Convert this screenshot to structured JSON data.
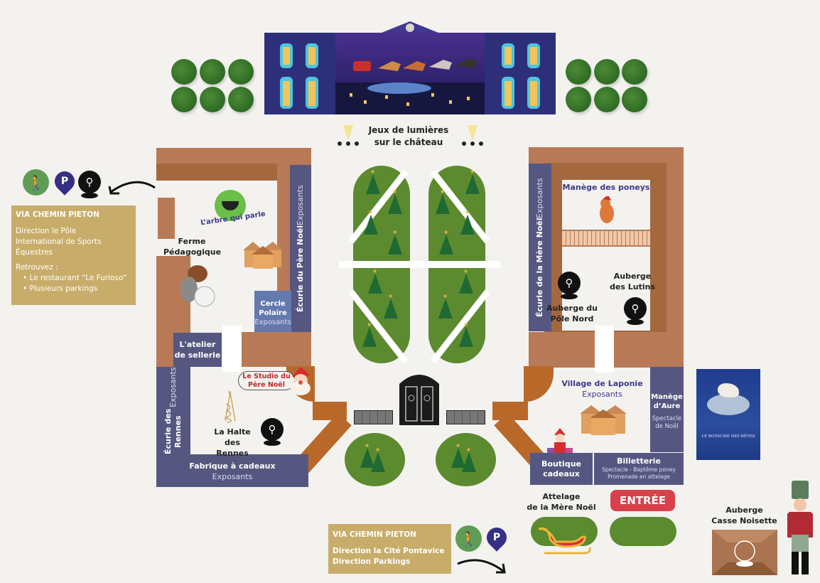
{
  "chateau": {
    "label_line1": "Jeux de lumières",
    "label_line2": "sur le château"
  },
  "left_info": {
    "icons": [
      "pedestrian-icon",
      "parking-pin-icon",
      "restaurant-pin-icon"
    ],
    "title": "VIA CHEMIN PIETON",
    "direction_lines": [
      "Direction le Pôle",
      "International de Sports",
      "Équestres"
    ],
    "retrouvez": "Retrouvez :",
    "bullets": [
      "Le restaurant “Le Furioso”",
      "Plusieurs parkings"
    ]
  },
  "bottom_info": {
    "icons": [
      "pedestrian-icon",
      "parking-pin-icon"
    ],
    "title": "VIA CHEMIN PIETON",
    "lines": [
      "Direction la Cité Pontavice",
      "Direction Parkings"
    ]
  },
  "left_zone": {
    "arbre": "L’arbre qui parle",
    "ferme_line1": "Ferme",
    "ferme_line2": "Pédagogique",
    "ecurie_pere_noel": "Écurie du Père Noël",
    "ecurie_pere_noel_sub": "Exposants",
    "cercle_line1": "Cercle",
    "cercle_line2": "Polaire",
    "cercle_sub": "Exposants",
    "atelier_line1": "L'atelier",
    "atelier_line2": "de sellerie",
    "studio_line1": "Le Studio du",
    "studio_line2": "Père Noël",
    "ecurie_rennes": "Écurie des Rennes",
    "ecurie_rennes_sub": "Exposants",
    "halte_line1": "La Halte",
    "halte_line2": "des Rennes",
    "fabrique": "Fabrique à cadeaux",
    "fabrique_sub": "Exposants"
  },
  "right_zone": {
    "manege_poneys": "Manège des poneys",
    "ecurie_mere_noel": "Écurie de la Mère Noël",
    "ecurie_mere_noel_sub": "Exposants",
    "auberge_pole_line1": "Auberge du",
    "auberge_pole_line2": "Pôle Nord",
    "auberge_lutins_line1": "Auberge",
    "auberge_lutins_line2": "des Lutins",
    "village_title": "Village de Laponie",
    "village_sub": "Exposants",
    "manege_aure_line1": "Manège",
    "manege_aure_line2": "d’Aure",
    "manege_aure_sub1": "Spectacle",
    "manege_aure_sub2": "de Noël",
    "boutique_line1": "Boutique",
    "boutique_line2": "cadeaux",
    "billetterie": "Billetterie",
    "billetterie_sub1": "Spectacle - Baptême poney",
    "billetterie_sub2": "Promenade en attelage",
    "poster_title": "LE ROYAUME DES RÊVES"
  },
  "bottom": {
    "attelage_line1": "Attelage",
    "attelage_line2": "de la Mère Noël",
    "entree": "ENTRÉE",
    "casse_line1": "Auberge",
    "casse_line2": "Casse Noisette"
  },
  "colors": {
    "wall": "#b87a56",
    "wall_dark": "#a4683f",
    "path": "#b8692a",
    "navy": "#565781",
    "gold": "#c8ad6a",
    "grass": "#5c8a2e",
    "entree_red": "#d8414a"
  }
}
